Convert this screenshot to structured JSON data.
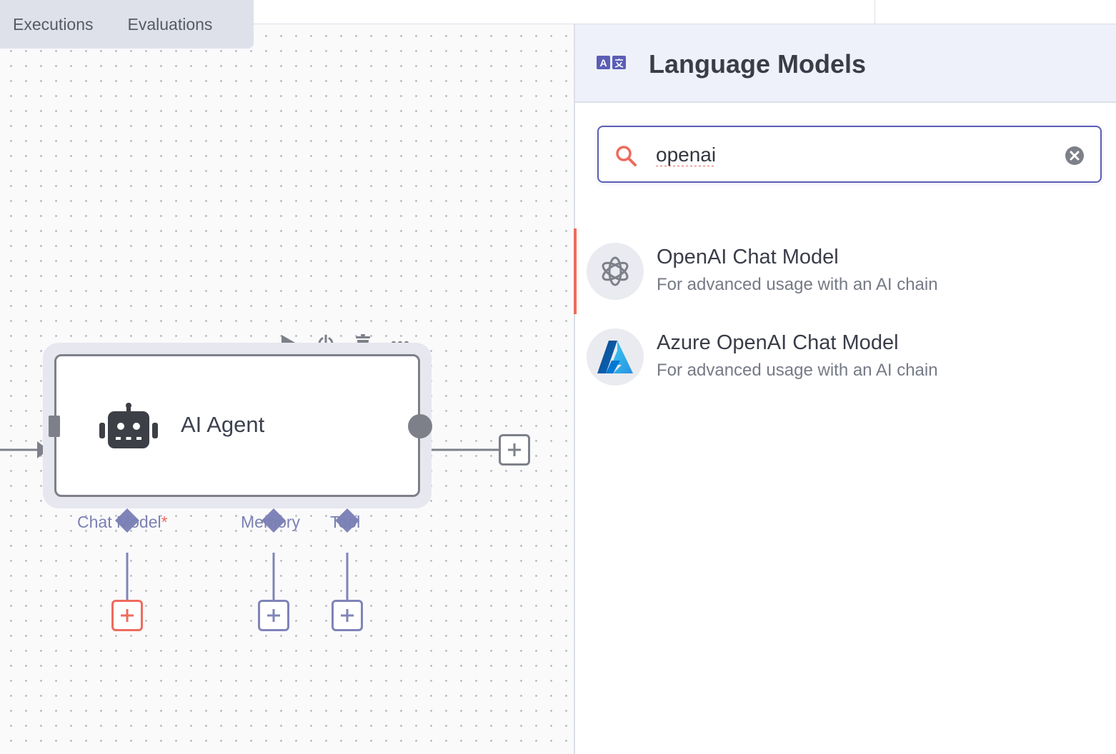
{
  "tabs": [
    "Executions",
    "Evaluations"
  ],
  "node_toolbar": {
    "icons": [
      "play-icon",
      "power-icon",
      "trash-icon",
      "more-icon"
    ]
  },
  "agent_node": {
    "label": "AI Agent",
    "icon": "robot-icon"
  },
  "ports": {
    "chat_model": {
      "label": "Chat Model",
      "required_mark": "*"
    },
    "memory": {
      "label": "Memory"
    },
    "tool": {
      "label": "Tool"
    }
  },
  "panel": {
    "icon": "translate-icon",
    "title": "Language Models",
    "search": {
      "value": "openai",
      "placeholder": ""
    },
    "results": [
      {
        "title": "OpenAI Chat Model",
        "description": "For advanced usage with an AI chain",
        "icon": "openai-logo-icon",
        "active": true
      },
      {
        "title": "Azure OpenAI Chat Model",
        "description": "For advanced usage with an AI chain",
        "icon": "azure-logo-icon",
        "active": false
      }
    ]
  },
  "colors": {
    "accent": "#5b5eb5",
    "port_purple": "#7f84b8",
    "required_red": "#ee6b5d",
    "node_border": "#7d8089"
  }
}
